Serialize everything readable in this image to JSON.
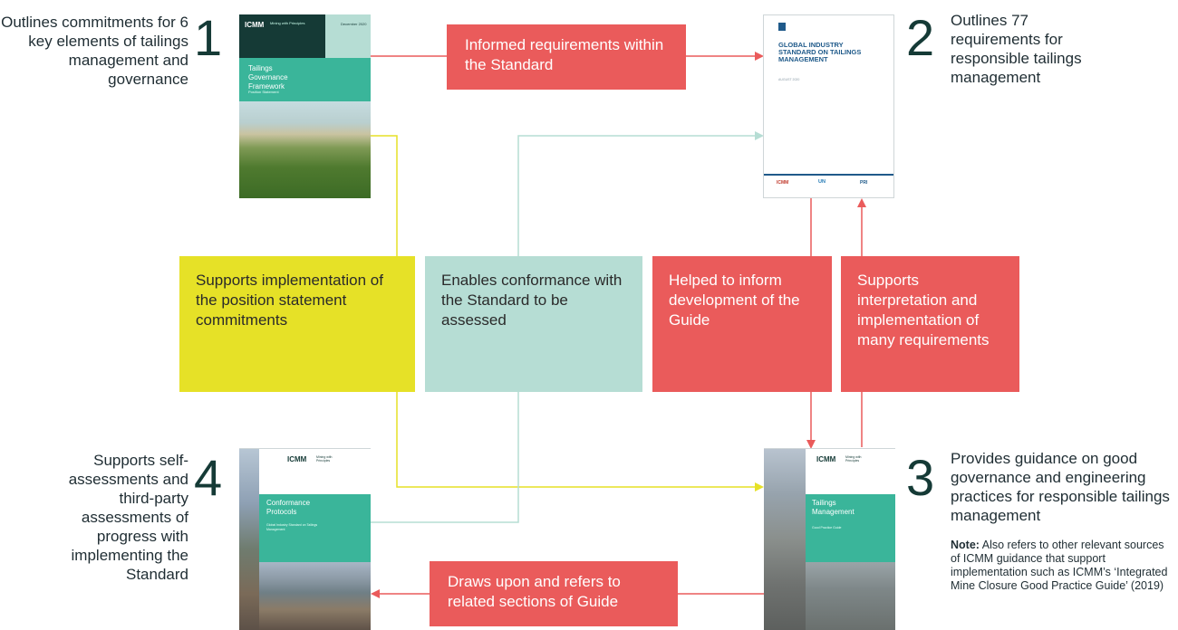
{
  "items": {
    "1": {
      "number": "1",
      "description": "Outlines commitments for 6 key elements of tailings management and governance"
    },
    "2": {
      "number": "2",
      "description": "Outlines 77 requirements for responsible tailings management"
    },
    "3": {
      "number": "3",
      "description": "Provides guidance on good governance and engineering practices for responsible tailings management",
      "note_label": "Note:",
      "note_text": "Also refers to other relevant sources of ICMM guidance that support implementation such as ICMM’s ‘Integrated Mine Closure Good Practice Guide’ (2019)"
    },
    "4": {
      "number": "4",
      "description": "Supports self-assessments and third-party assessments of progress with implementing the Standard"
    }
  },
  "labels": {
    "informed": "Informed requirements within the Standard",
    "draws": "Draws upon and refers to related sections of Guide"
  },
  "boxes": {
    "yellow": "Supports implementation of the position statement commitments",
    "teal": "Enables conformance with the Standard to be assessed",
    "red_left": "Helped to inform development of the Guide",
    "red_right": "Supports interpretation and implementation of many requirements"
  },
  "covers": {
    "tgf": {
      "logo": "ICMM",
      "tagline": "Mining with Principles",
      "date": "December 2020",
      "title": "Tailings Governance Framework",
      "subtitle": "Position Statement"
    },
    "gistm": {
      "title": "GLOBAL INDUSTRY STANDARD ON TAILINGS MANAGEMENT",
      "date": "AUGUST 2020",
      "logo1": "ICMM",
      "logo2": "UN",
      "logo3": "PRI"
    },
    "guide": {
      "logo": "ICMM",
      "tagline": "Mining with Principles",
      "title": "Tailings Management",
      "subtitle": "Good Practice Guide"
    },
    "protocols": {
      "logo": "ICMM",
      "tagline": "Mining with Principles",
      "title": "Conformance Protocols",
      "subtitle": "Global Industry Standard on Tailings Management"
    }
  },
  "colors": {
    "red": "#ea5b5b",
    "yellow": "#e6e127",
    "teal_light": "#b6ddd4",
    "teal_dark": "#153a36",
    "cover_teal": "#3ab59a"
  }
}
